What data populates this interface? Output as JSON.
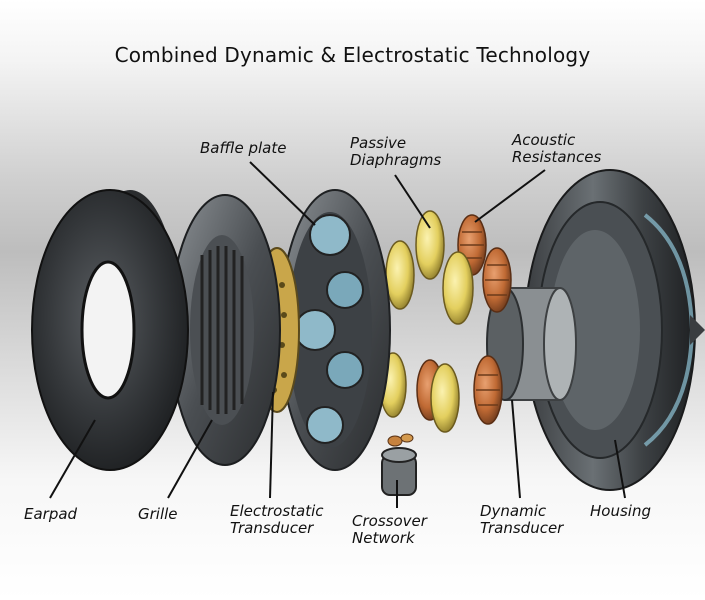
{
  "title": "Combined Dynamic & Electrostatic Technology",
  "labels": {
    "baffle_plate": "Baffle plate",
    "passive_diaphragms": [
      "Passive",
      "Diaphragms"
    ],
    "acoustic_resistances": [
      "Acoustic",
      "Resistances"
    ],
    "earpad": "Earpad",
    "grille": "Grille",
    "electrostatic_transducer": [
      "Electrostatic",
      "Transducer"
    ],
    "crossover_network": [
      "Crossover",
      "Network"
    ],
    "dynamic_transducer": [
      "Dynamic",
      "Transducer"
    ],
    "housing": "Housing"
  },
  "colors": {
    "metal_dark": "#2f3235",
    "metal_mid": "#6b7075",
    "diaphragm_yellow": "#e6d36a",
    "resistance_orange": "#c5713a",
    "accent_blue": "#7fb3c9"
  }
}
